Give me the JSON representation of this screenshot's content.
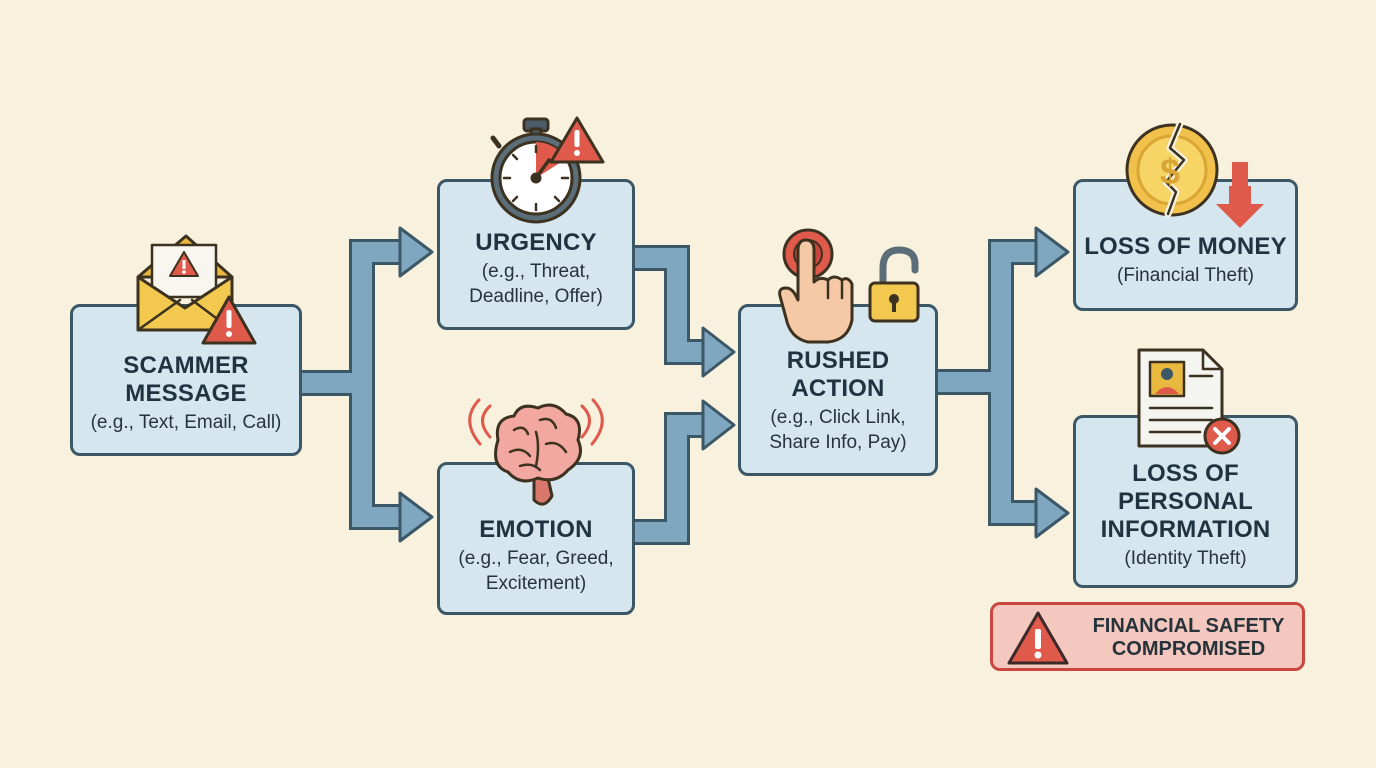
{
  "nodes": {
    "scammer": {
      "title": "SCAMMER\nMESSAGE",
      "subtitle": "(e.g., Text, Email, Call)"
    },
    "urgency": {
      "title": "URGENCY",
      "subtitle": "(e.g., Threat,\nDeadline, Offer)"
    },
    "emotion": {
      "title": "EMOTION",
      "subtitle": "(e.g., Fear, Greed,\nExcitement)"
    },
    "rushed": {
      "title": "RUSHED\nACTION",
      "subtitle": "(e.g., Click Link,\nShare Info, Pay)"
    },
    "money": {
      "title": "LOSS OF MONEY",
      "subtitle": "(Financial Theft)"
    },
    "personal": {
      "title": "LOSS OF\nPERSONAL\nINFORMATION",
      "subtitle": "(Identity Theft)"
    }
  },
  "alert": {
    "text": "FINANCIAL SAFETY\nCOMPROMISED"
  },
  "icons": {
    "scammer": [
      "envelope-icon",
      "warning-icon"
    ],
    "urgency": [
      "stopwatch-icon",
      "warning-icon"
    ],
    "emotion": [
      "brain-icon"
    ],
    "rushed": [
      "hand-pointer-icon",
      "button-icon",
      "open-padlock-icon"
    ],
    "money": [
      "broken-coin-icon",
      "down-arrow-icon"
    ],
    "personal": [
      "id-document-icon",
      "error-x-icon"
    ],
    "alert": [
      "warning-icon"
    ]
  },
  "colors": {
    "background": "#f7f1de",
    "box_fill": "#d6e6ee",
    "box_border": "#3c5766",
    "connector": "#7fa7c0",
    "alert_fill": "#f4c7bf",
    "alert_border": "#c9473f",
    "warning_red": "#e05a4c"
  }
}
